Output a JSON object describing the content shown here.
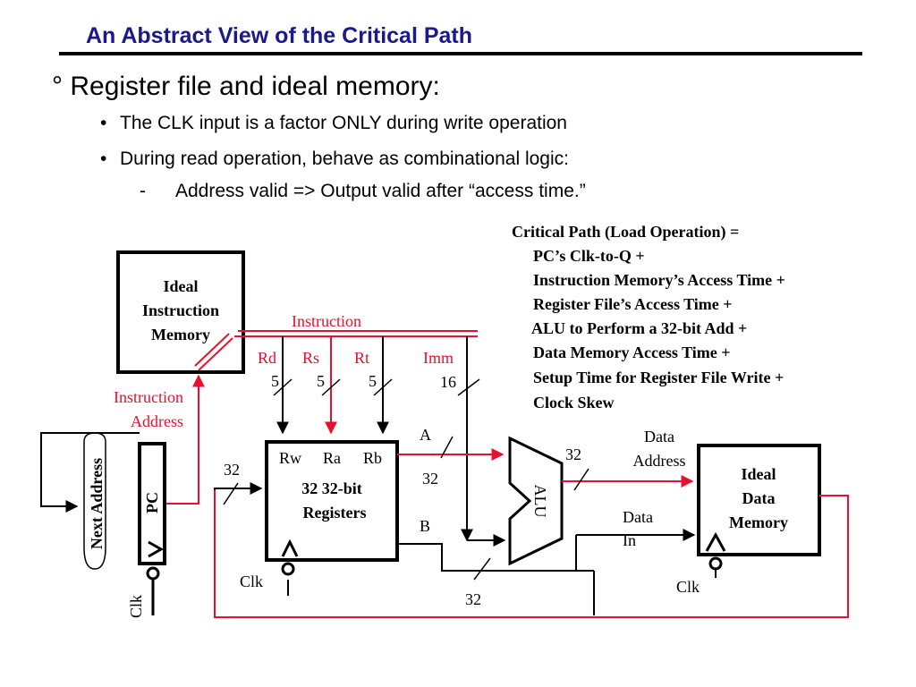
{
  "slide": {
    "title": "An Abstract View of the Critical Path",
    "bullet_main": "Register file and ideal memory:",
    "bullet_main_marker": "°",
    "sub_bullets": [
      "The CLK input is a factor ONLY during write operation",
      "During read operation, behave as combinational logic:"
    ],
    "sub_bullet_marker": "•",
    "sub_sub_bullet": "Address valid => Output valid after “access time.”",
    "sub_sub_marker": "-"
  },
  "critical_path": {
    "heading": "Critical Path (Load Operation) =",
    "terms": [
      "PC’s Clk-to-Q +",
      "Instruction Memory’s Access Time +",
      "Register File’s Access Time +",
      "ALU to Perform a 32-bit Add +",
      "Data Memory Access Time +",
      "Setup Time for Register File Write +",
      "Clock Skew"
    ]
  },
  "diagram": {
    "instruction_memory": [
      "Ideal",
      "Instruction",
      "Memory"
    ],
    "instruction_label": "Instruction",
    "instruction_address": [
      "Instruction",
      "Address"
    ],
    "fields": [
      "Rd",
      "Rs",
      "Rt",
      "Imm"
    ],
    "field_widths": [
      "5",
      "5",
      "5",
      "16"
    ],
    "next_address": "Next Address",
    "pc": "PC",
    "clk": "Clk",
    "register_file": {
      "ports": [
        "Rw",
        "Ra",
        "Rb"
      ],
      "name": [
        "32 32-bit",
        "Registers"
      ]
    },
    "bus_width": "32",
    "alu": "ALU",
    "bus_a": "A",
    "bus_b": "B",
    "data_address": [
      "Data",
      "Address"
    ],
    "data_in": [
      "Data",
      "In"
    ],
    "data_memory": [
      "Ideal",
      "Data",
      "Memory"
    ]
  },
  "colors": {
    "title": "#1a1a8c",
    "signal": "#e8102e",
    "wire": "#000000"
  }
}
